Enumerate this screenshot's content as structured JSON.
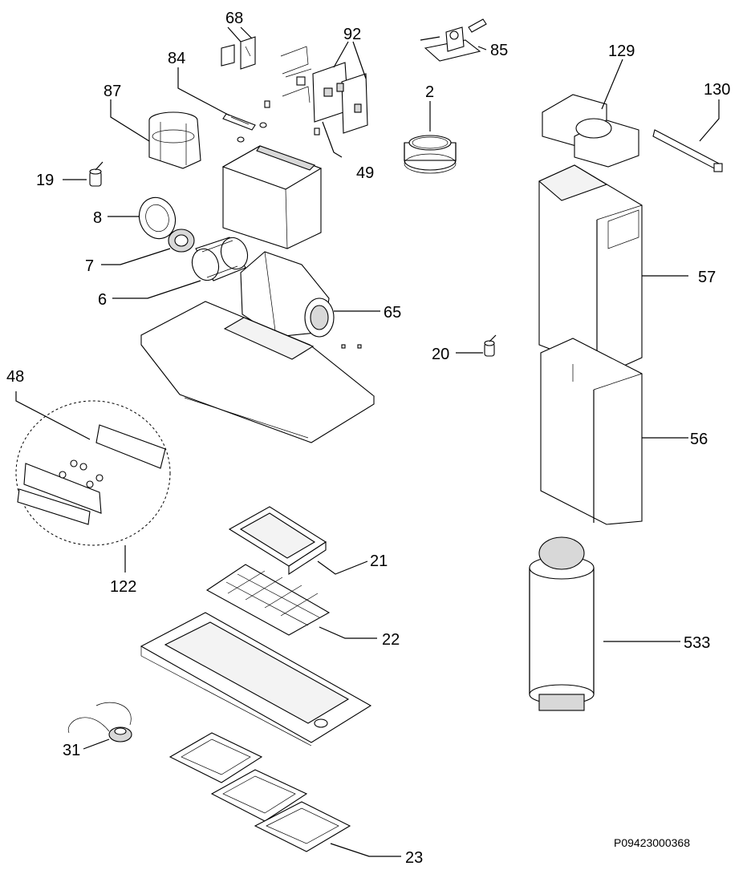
{
  "diagram": {
    "drawing_code": "P09423000368",
    "part_labels": {
      "p68": "68",
      "p92": "92",
      "p85": "85",
      "p84": "84",
      "p87": "87",
      "p2": "2",
      "p129": "129",
      "p130": "130",
      "p49": "49",
      "p19": "19",
      "p8": "8",
      "p7": "7",
      "p6": "6",
      "p65": "65",
      "p57": "57",
      "p20": "20",
      "p48": "48",
      "p56": "56",
      "p122": "122",
      "p21": "21",
      "p22": "22",
      "p533": "533",
      "p31": "31",
      "p23": "23"
    }
  }
}
